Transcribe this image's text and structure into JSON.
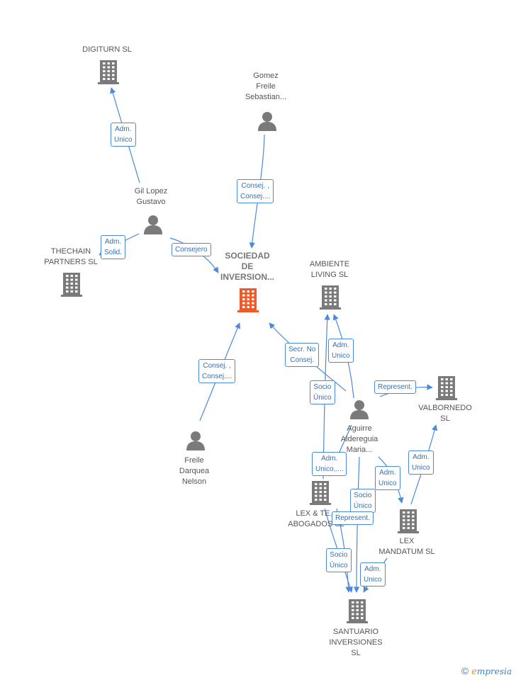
{
  "colors": {
    "edge": "#4a89dc",
    "node": "#7a7a7a",
    "center": "#f05a28"
  },
  "nodes": {
    "digiturn": {
      "label": "DIGITURN  SL",
      "type": "company"
    },
    "gomez": {
      "label": "Gomez\nFreile\nSebastian...",
      "type": "person"
    },
    "gil": {
      "label": "Gil Lopez\nGustavo",
      "type": "person"
    },
    "thechain": {
      "label": "THECHAIN\nPARTNERS  SL",
      "type": "company"
    },
    "sociedad": {
      "label": "SOCIEDAD\nDE\nINVERSION...",
      "type": "center"
    },
    "ambiente": {
      "label": "AMBIENTE\nLIVING  SL",
      "type": "company"
    },
    "valbornedo": {
      "label": "VALBORNEDO\nSL",
      "type": "company"
    },
    "aguirre": {
      "label": "Aguirre\nAldereguia\nMaria...",
      "type": "person"
    },
    "freile": {
      "label": "Freile\nDarquea\nNelson",
      "type": "person"
    },
    "lex_te": {
      "label": "LEX & TE...\nABOGADOS  SL",
      "type": "company"
    },
    "lex_mandatum": {
      "label": "LEX\nMANDATUM  SL",
      "type": "company"
    },
    "santuario": {
      "label": "SANTUARIO\nINVERSIONES\nSL",
      "type": "company"
    }
  },
  "edges": {
    "gil_digiturn": "Adm.\nUnico",
    "gomez_sociedad": "Consej. ,\nConsej....",
    "gil_thechain": "Adm.\nSolid.",
    "gil_sociedad": "Consejero",
    "freile_sociedad": "Consej. ,\nConsej....",
    "aguirre_sociedad": "Secr.  No\nConsej.",
    "aguirre_ambiente": "Adm.\nUnico",
    "lexte_ambiente": "Socio\nÚnico",
    "aguirre_valbornedo": "Represent.",
    "aguirre_lexte": "Adm.\nUnico,....",
    "lexmandatum_valbornedo": "Adm.\nUnico",
    "aguirre_lexmandatum": "Adm.\nUnico",
    "lexte_santuario_socio": "Socio\nÚnico",
    "aguirre_santuario_represent": "Represent.",
    "lexte_santuario": "Socio\nÚnico",
    "lexmandatum_santuario": "Adm.\nUnico"
  },
  "brand": {
    "copyright": "©",
    "e": "e",
    "rest": "mpresia"
  }
}
